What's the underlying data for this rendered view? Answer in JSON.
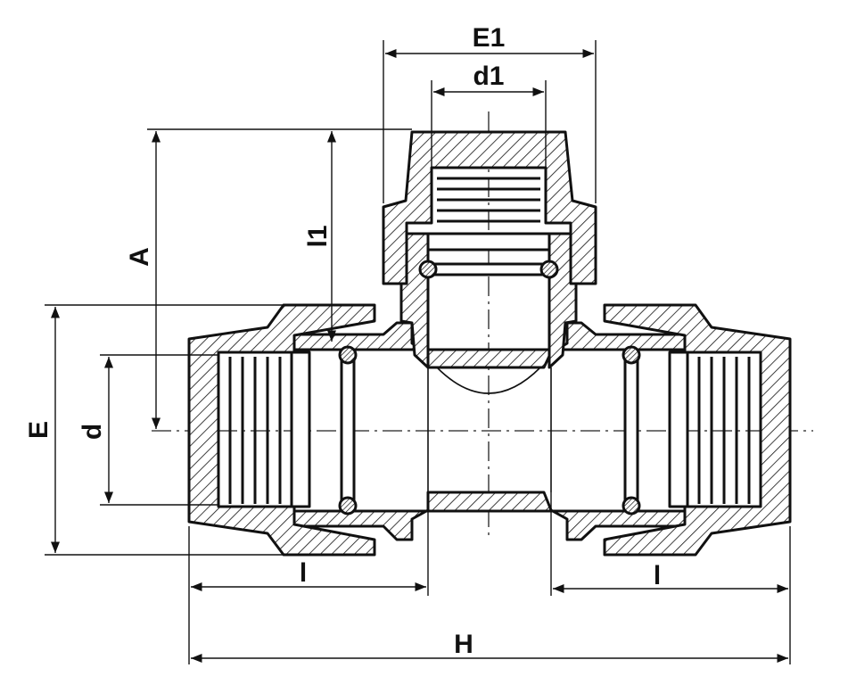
{
  "drawing": {
    "labels": {
      "E1": "E1",
      "d1": "d1",
      "A": "A",
      "l1": "l1",
      "E": "E",
      "d": "d",
      "l_left": "l",
      "l_right": "l",
      "H": "H"
    },
    "line_color": "#111111",
    "background_color": "#ffffff"
  }
}
